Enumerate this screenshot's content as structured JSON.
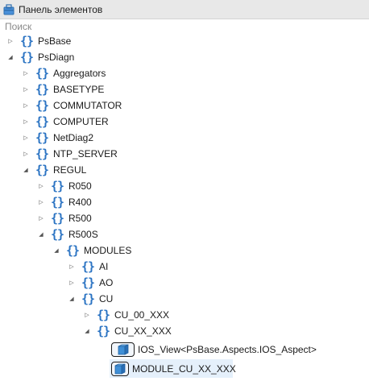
{
  "panel": {
    "title": "Панель элементов",
    "search_placeholder": "Поиск"
  },
  "tree": [
    {
      "label": "PsBase",
      "state": "collapsed",
      "kind": "namespace"
    },
    {
      "label": "PsDiagn",
      "state": "expanded",
      "kind": "namespace"
    },
    {
      "label": "Aggregators",
      "state": "collapsed",
      "kind": "namespace"
    },
    {
      "label": "BASETYPE",
      "state": "collapsed",
      "kind": "namespace"
    },
    {
      "label": "COMMUTATOR",
      "state": "collapsed",
      "kind": "namespace"
    },
    {
      "label": "COMPUTER",
      "state": "collapsed",
      "kind": "namespace"
    },
    {
      "label": "NetDiag2",
      "state": "collapsed",
      "kind": "namespace"
    },
    {
      "label": "NTP_SERVER",
      "state": "collapsed",
      "kind": "namespace"
    },
    {
      "label": "REGUL",
      "state": "expanded",
      "kind": "namespace"
    },
    {
      "label": "R050",
      "state": "collapsed",
      "kind": "namespace"
    },
    {
      "label": "R400",
      "state": "collapsed",
      "kind": "namespace"
    },
    {
      "label": "R500",
      "state": "collapsed",
      "kind": "namespace"
    },
    {
      "label": "R500S",
      "state": "expanded",
      "kind": "namespace"
    },
    {
      "label": "MODULES",
      "state": "expanded",
      "kind": "namespace"
    },
    {
      "label": "AI",
      "state": "collapsed",
      "kind": "namespace"
    },
    {
      "label": "AO",
      "state": "collapsed",
      "kind": "namespace"
    },
    {
      "label": "CU",
      "state": "expanded",
      "kind": "namespace"
    },
    {
      "label": "CU_00_XXX",
      "state": "collapsed",
      "kind": "namespace"
    },
    {
      "label": "CU_XX_XXX",
      "state": "expanded",
      "kind": "namespace"
    },
    {
      "label": "IOS_View<PsBase.Aspects.IOS_Aspect>",
      "kind": "class"
    },
    {
      "label": "MODULE_CU_XX_XXX",
      "kind": "class",
      "selected": true
    }
  ],
  "colors": {
    "namespace_icon": "#2c74c3",
    "selection": "#e5f0fb",
    "titlebar": "#e8e8e8"
  }
}
